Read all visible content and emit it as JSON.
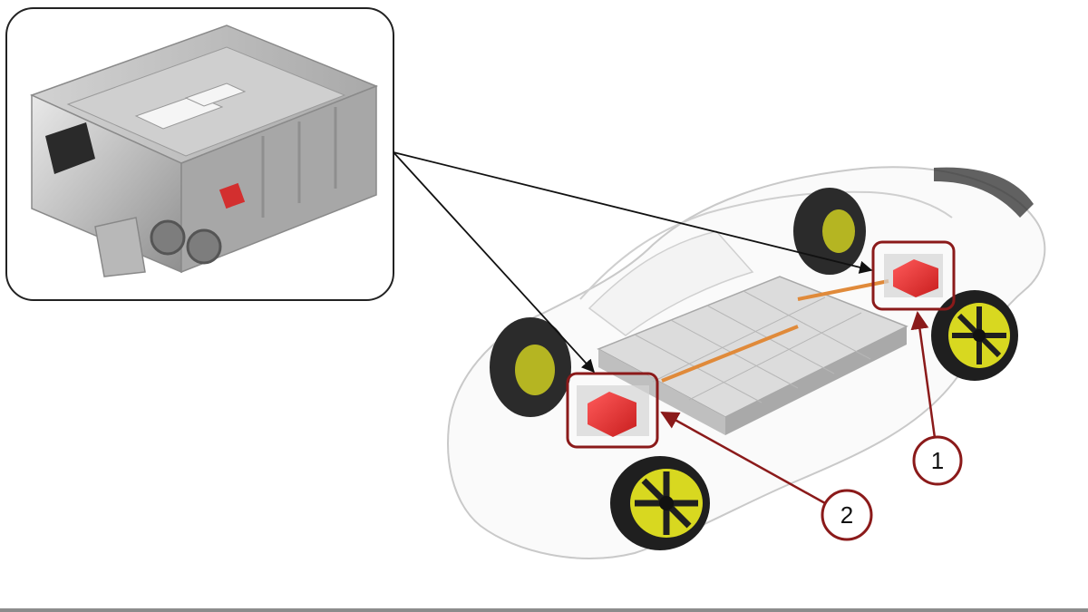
{
  "callouts": [
    {
      "id": "1",
      "label": "1"
    },
    {
      "id": "2",
      "label": "2"
    }
  ],
  "colors": {
    "highlight": "#8b1a1a",
    "component_red": "#e23a3a",
    "frame": "#222222",
    "pointer": "#111111",
    "background": "#ffffff",
    "wheel_accent": "#d8d820",
    "cable_orange": "#e08a3a"
  },
  "inset": {
    "subject": "electronic-module-photo"
  }
}
